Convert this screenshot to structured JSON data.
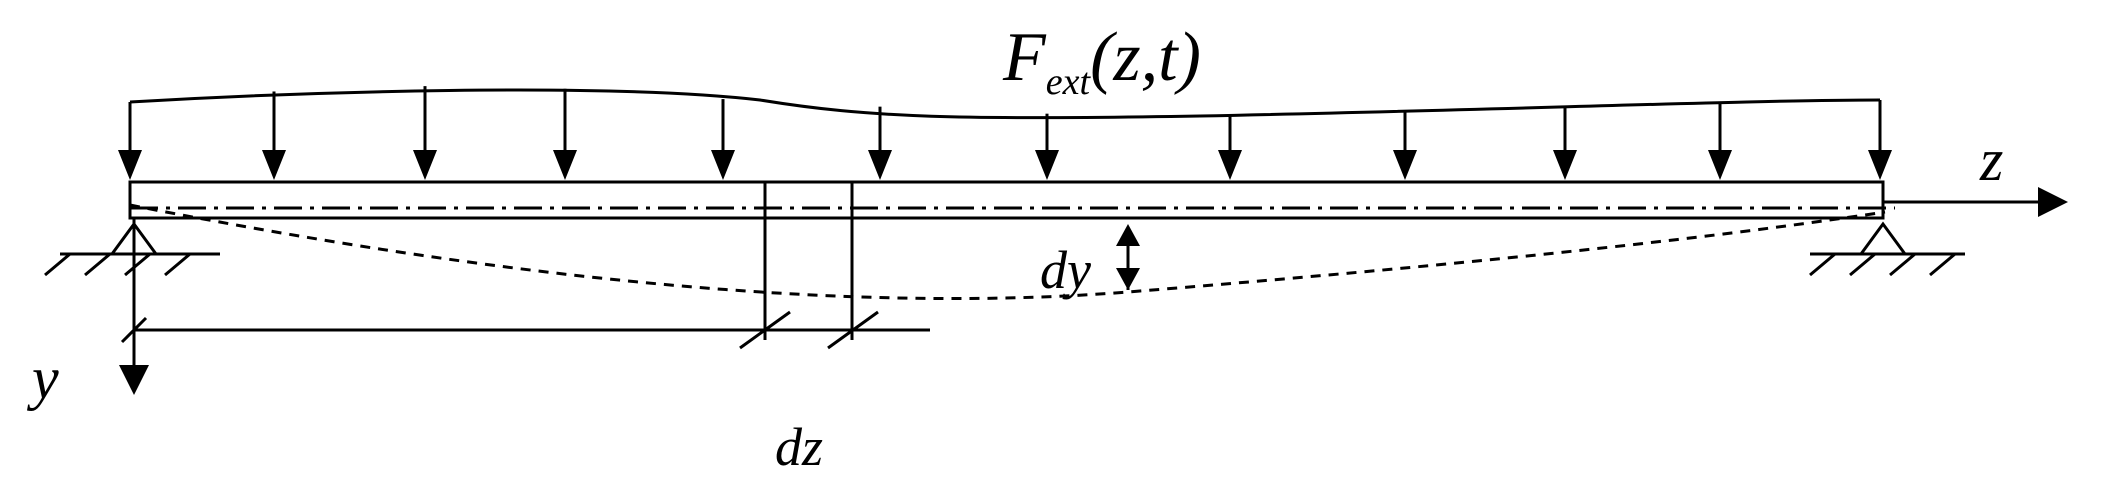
{
  "labels": {
    "load_main": "F",
    "load_sub": "ext",
    "load_args": "(z,t)",
    "z_axis": "z",
    "y_axis": "y",
    "dy": "dy",
    "dz": "dz"
  },
  "colors": {
    "line": "#000000",
    "background": "#ffffff"
  }
}
